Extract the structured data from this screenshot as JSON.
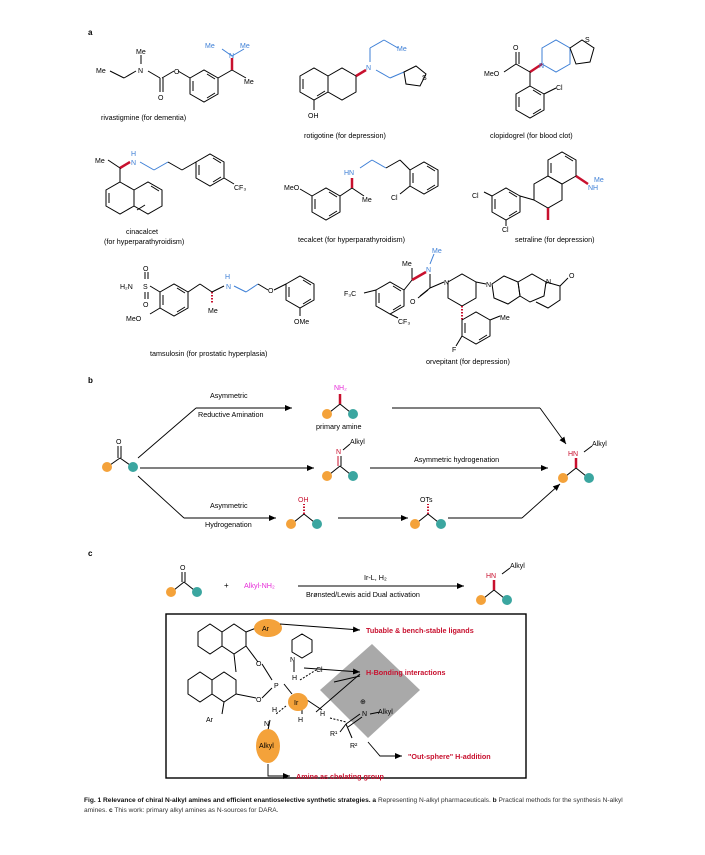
{
  "colors": {
    "blue": "#3d7fd6",
    "red": "#c8102e",
    "magenta": "#e62bd8",
    "orange": "#f4a23a",
    "teal": "#3ba6a0",
    "grey": "#9a9a9a"
  },
  "panel_a": {
    "letter": "a",
    "drugs": [
      {
        "name": "rivastigmine (for dementia)",
        "atoms": {
          "me1": "Me",
          "n": "N",
          "me2": "Me",
          "o": "O",
          "o2": "O",
          "nme2_me1": "Me",
          "nme2_n": "N",
          "nme2_me2": "Me",
          "me3": "Me"
        }
      },
      {
        "name": "rotigotine (for depression)",
        "atoms": {
          "me": "Me",
          "n": "N",
          "s": "S",
          "oh": "OH"
        }
      },
      {
        "name": "clopidogrel (for blood clot)",
        "atoms": {
          "s": "S",
          "o": "O",
          "meo": "MeO",
          "n": "N",
          "cl": "Cl"
        }
      },
      {
        "name": "cinacalcet",
        "name2": "(for hyperparathyroidism)",
        "atoms": {
          "me": "Me",
          "h": "H",
          "n": "N",
          "cf3": "CF₃"
        }
      },
      {
        "name": "tecalcet (for hyperparathyroidism)",
        "atoms": {
          "meo": "MeO",
          "hn": "HN",
          "me": "Me",
          "cl": "Cl"
        }
      },
      {
        "name": "setraline (for depression)",
        "atoms": {
          "cl1": "Cl",
          "cl2": "Cl",
          "me": "Me",
          "nh": "NH"
        }
      },
      {
        "name": "tamsulosin (for prostatic hyperplasia)",
        "atoms": {
          "o1": "O",
          "s": "S",
          "h2n": "H₂N",
          "o2": "O",
          "meo": "MeO",
          "h": "H",
          "n": "N",
          "me": "Me",
          "o3": "O",
          "ome": "OMe"
        }
      },
      {
        "name": "orvepitant (for depression)",
        "atoms": {
          "me1": "Me",
          "me2": "Me",
          "n": "N",
          "f3c": "F₃C",
          "o": "O",
          "n2": "N",
          "cf3": "CF₃",
          "n3": "N",
          "n4": "N",
          "o2": "O",
          "me3": "Me",
          "f": "F"
        }
      }
    ]
  },
  "panel_b": {
    "letter": "b",
    "step1": "Asymmetric",
    "step1b": "Reductive Amination",
    "primary_amine": "primary amine",
    "nh2": "NH₂",
    "o": "O",
    "alkyl_n": "N",
    "alkyl": "Alkyl",
    "step2": "Asymmetric hydrogenation",
    "step3": "Asymmetric",
    "step3b": "Hydrogenation",
    "oh": "OH",
    "ots": "OTs",
    "hn": "HN",
    "alkyl2": "Alkyl"
  },
  "panel_c": {
    "letter": "c",
    "o": "O",
    "plus": "+",
    "reagent": "Alkyl-NH₂",
    "above_arrow": "Ir-L, H₂",
    "below_arrow": "Brønsted/Lewis acid Dual activation",
    "hn": "HN",
    "alkyl": "Alkyl",
    "box": {
      "ar1": "Ar",
      "ar2": "Ar",
      "o1": "O",
      "o2": "O",
      "p": "P",
      "n1": "N",
      "h1": "H",
      "cl": "Cl",
      "ir": "Ir",
      "h2": "H",
      "h3": "H",
      "hn": "H",
      "n2": "N",
      "alkyl": "Alkyl",
      "plus": "⊕",
      "n3": "N",
      "alkyl2": "Alkyl",
      "r1": "R¹",
      "r2": "R²",
      "label1": "Tubable & bench-stable ligands",
      "label2": "H-Bonding interactions",
      "label3": "\"Out-sphere\" H-addition",
      "label4": "Amine as chelating group"
    }
  },
  "caption": {
    "bold": "Fig. 1 Relevance of chiral N-alkyl amines and efficient enantioselective synthetic strategies.",
    "a_letter": "a",
    "a_text": "Representing N-alkyl pharmaceuticals.",
    "b_letter": "b",
    "b_text": "Practical methods for the synthesis N-alkyl amines.",
    "c_letter": "c",
    "c_text": "This work: primary alkyl amines as N-sources for DARA."
  }
}
